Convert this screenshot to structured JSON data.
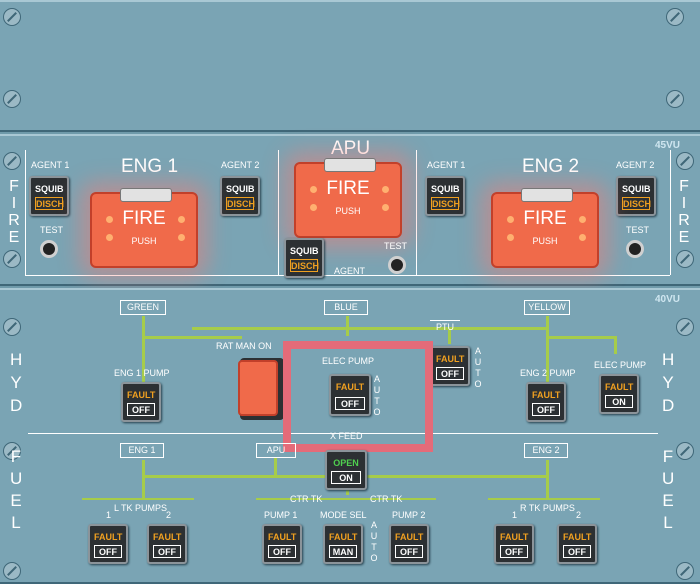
{
  "vu_labels": {
    "fire": "45VU",
    "hyd_fuel": "40VU"
  },
  "side_labels": {
    "fire": "FIRE",
    "hyd": "HYD",
    "fuel": "FUEL"
  },
  "fire": {
    "eng1": {
      "title": "ENG 1",
      "agent1": "AGENT 1",
      "agent2": "AGENT 2",
      "test": "TEST"
    },
    "apu": {
      "title": "APU",
      "agent": "AGENT",
      "test": "TEST"
    },
    "eng2": {
      "title": "ENG 2",
      "agent1": "AGENT 1",
      "agent2": "AGENT 2",
      "test": "TEST"
    },
    "fire_label": "FIRE",
    "push_label": "PUSH",
    "squib_top": "SQUIB",
    "squib_bottom": "DISCH"
  },
  "hyd": {
    "green": "GREEN",
    "blue": "BLUE",
    "yellow": "YELLOW",
    "ptu": "PTU",
    "rat_man_on": "RAT MAN ON",
    "elec_pump_blue": "ELEC PUMP",
    "elec_pump_yellow": "ELEC PUMP",
    "eng1_pump": "ENG 1 PUMP",
    "eng2_pump": "ENG 2 PUMP",
    "auto": "AUTO"
  },
  "fuel": {
    "eng1": "ENG 1",
    "apu": "APU",
    "eng2": "ENG 2",
    "xfeed": "X FEED",
    "l_tk_pumps": "L TK PUMPS",
    "r_tk_pumps": "R TK PUMPS",
    "ctr_tk": "CTR TK",
    "pump1": "PUMP 1",
    "mode_sel": "MODE SEL",
    "pump2": "PUMP 2",
    "one": "1",
    "two": "2",
    "auto": "AUTO"
  },
  "buttons": {
    "fault": "FAULT",
    "off": "OFF",
    "on": "ON",
    "open": "OPEN",
    "man": "MAN"
  }
}
